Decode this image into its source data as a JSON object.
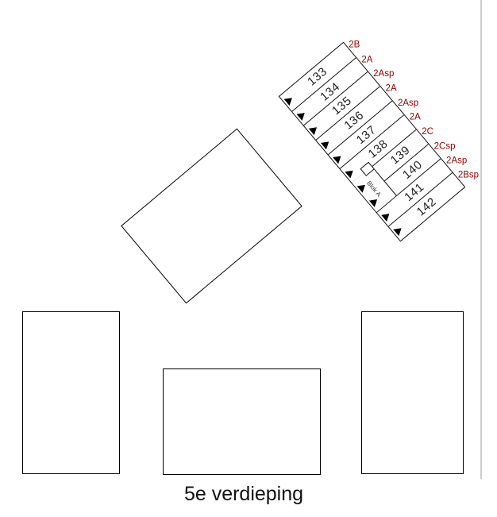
{
  "floor_caption": "5e verdieping",
  "block_a": {
    "label": "Blok A",
    "units": [
      {
        "number": "133",
        "type": "2B"
      },
      {
        "number": "134",
        "type": "2A"
      },
      {
        "number": "135",
        "type": "2Asp"
      },
      {
        "number": "136",
        "type": "2A"
      },
      {
        "number": "137",
        "type": "2Asp"
      },
      {
        "number": "138",
        "type": "2A"
      },
      {
        "number": "139",
        "type": "2C"
      },
      {
        "number": "140",
        "type": "2Csp"
      },
      {
        "number": "141",
        "type": "2Asp"
      },
      {
        "number": "142",
        "type": "2Bsp"
      }
    ]
  },
  "colors": {
    "unit_type_label": "#8b0000",
    "plan_line": "#111111",
    "page_edge_line": "#cccccc"
  },
  "icons": {
    "unit_entrance": "filled-triangle-arrow"
  }
}
